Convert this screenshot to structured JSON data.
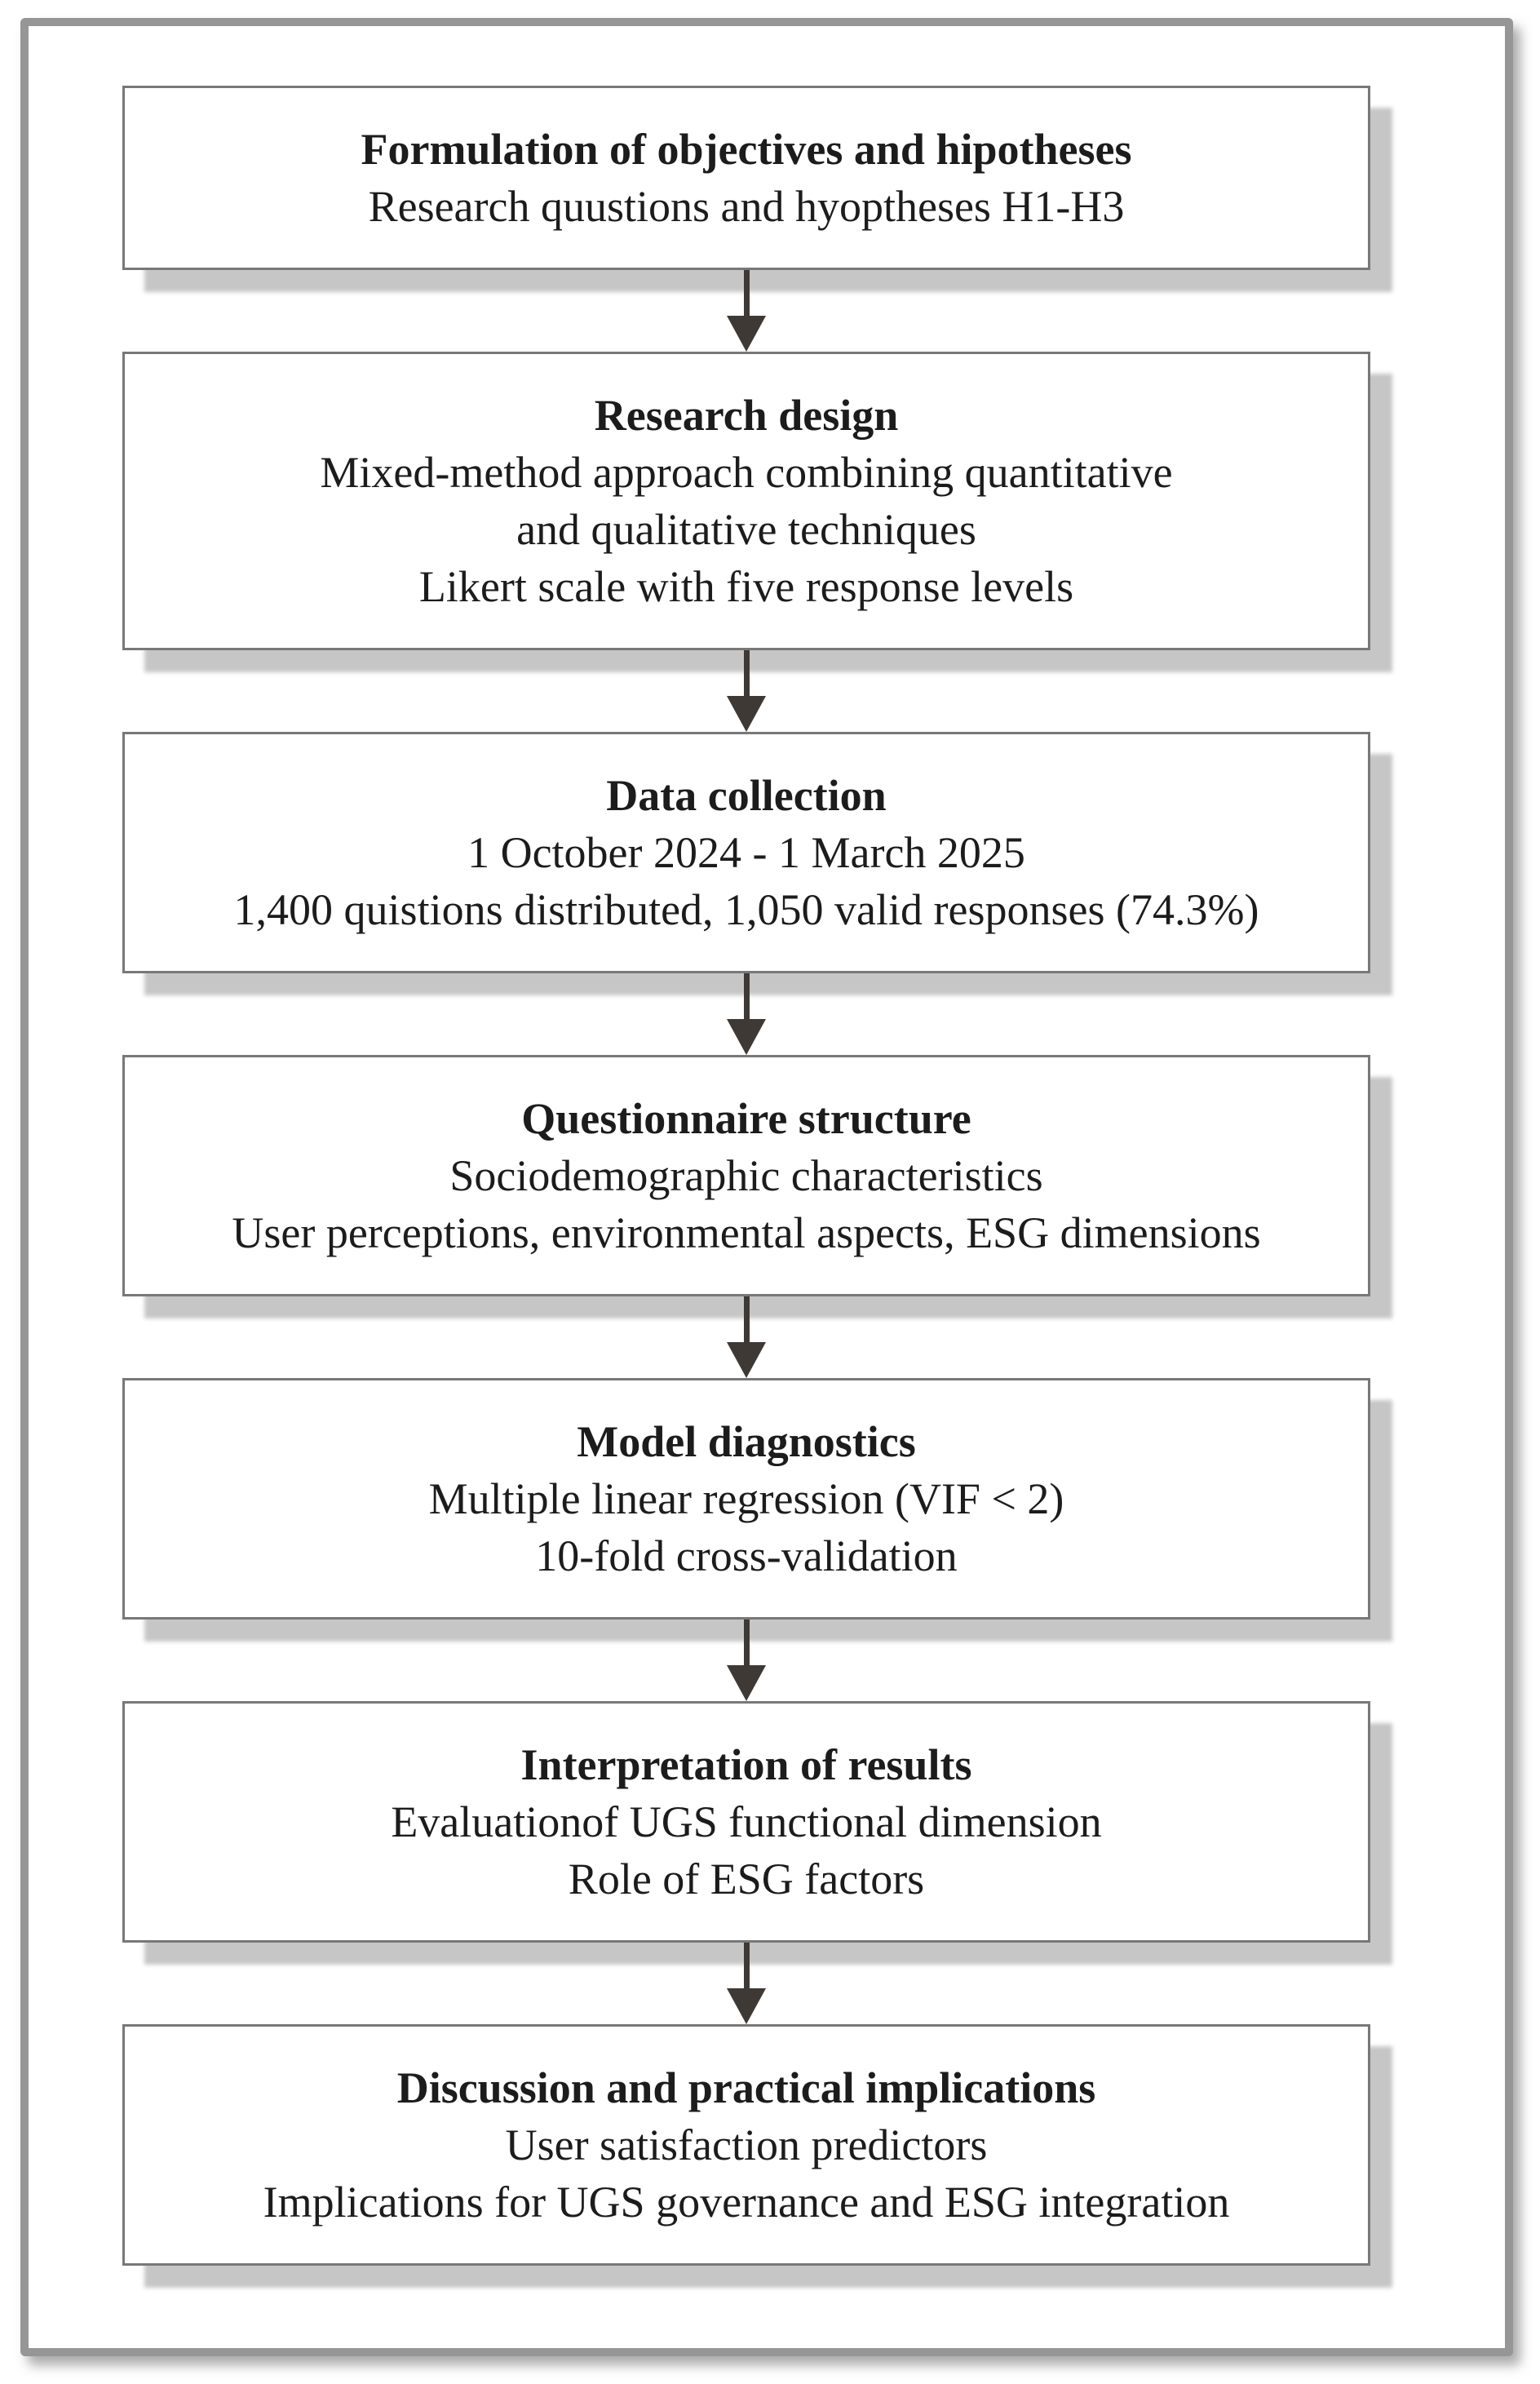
{
  "colors": {
    "frame_border": "#969696",
    "box_border": "#787878",
    "box_shadow": "#c6c6c6",
    "arrow": "#3e3935",
    "text": "#1c1c1c"
  },
  "flowchart": {
    "steps": [
      {
        "title": "Formulation of objectives and hipotheses",
        "lines": [
          "Research quustions and hyoptheses H1-H3"
        ]
      },
      {
        "title": "Research design",
        "lines": [
          "Mixed-method approach combining quantitative",
          "and qualitative techniques",
          "Likert scale with five response levels"
        ]
      },
      {
        "title": "Data collection",
        "lines": [
          "1 October 2024 - 1 March 2025",
          "1,400 quistions distributed, 1,050 valid responses (74.3%)"
        ]
      },
      {
        "title": "Questionnaire structure",
        "lines": [
          "Sociodemographic characteristics",
          "User perceptions, environmental aspects, ESG dimensions"
        ]
      },
      {
        "title": "Model diagnostics",
        "lines": [
          "Multiple linear regression (VIF < 2)",
          "10-fold cross-validation"
        ]
      },
      {
        "title": "Interpretation of results",
        "lines": [
          "Evaluationof UGS functional dimension",
          "Role of ESG factors"
        ]
      },
      {
        "title": "Discussion and practical implications",
        "lines": [
          "User satisfaction predictors",
          "Implications for UGS governance and ESG integration"
        ]
      }
    ]
  }
}
